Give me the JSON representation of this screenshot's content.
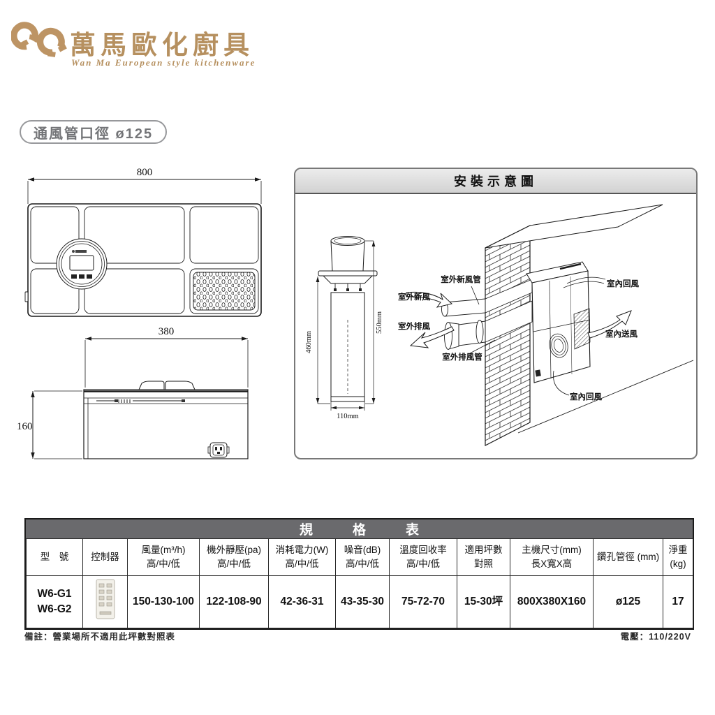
{
  "brand": {
    "name": "萬馬歐化廚具",
    "tagline": "Wan Ma European style kitchenware",
    "logo_color": "#bd9464"
  },
  "duct_label": "通風管口徑 ø125",
  "top_view": {
    "width": "800"
  },
  "front_view": {
    "width": "380",
    "height": "160"
  },
  "install": {
    "title": "安裝示意圖",
    "pipe_dims": {
      "left": "460mm",
      "right": "550mm",
      "bottom": "110mm"
    },
    "labels": {
      "outdoor_fresh_duct": "室外新風管",
      "outdoor_fresh": "室外新風",
      "outdoor_exhaust": "室外排風",
      "outdoor_exhaust_duct": "室外排風管",
      "indoor_return_top": "室內回風",
      "indoor_supply": "室內送風",
      "indoor_return_bottom": "室內回風"
    }
  },
  "spec_table": {
    "title": "規格表",
    "columns": [
      {
        "l1": "型　號",
        "l2": ""
      },
      {
        "l1": "控制器",
        "l2": ""
      },
      {
        "l1": "風量(m³/h)",
        "l2": "高/中/低"
      },
      {
        "l1": "機外靜壓(pa)",
        "l2": "高/中/低"
      },
      {
        "l1": "消耗電力(W)",
        "l2": "高/中/低"
      },
      {
        "l1": "噪音(dB)",
        "l2": "高/中/低"
      },
      {
        "l1": "溫度回收率",
        "l2": "高/中/低"
      },
      {
        "l1": "適用坪數",
        "l2": "對照"
      },
      {
        "l1": "主機尺寸(mm)",
        "l2": "長X寬X高"
      },
      {
        "l1": "鑽孔管徑 (mm)",
        "l2": ""
      },
      {
        "l1": "淨重",
        "l2": "(kg)"
      }
    ],
    "row": {
      "model1": "W6-G1",
      "model2": "W6-G2",
      "airflow": "150-130-100",
      "static_pressure": "122-108-90",
      "power": "42-36-31",
      "noise": "43-35-30",
      "heat_recovery": "75-72-70",
      "area": "15-30坪",
      "dimensions": "800X380X160",
      "hole_diameter": "ø125",
      "net_weight": "17"
    }
  },
  "notes": {
    "remark": "備註：營業場所不適用此坪數對照表",
    "voltage": "電壓：110/220V"
  }
}
